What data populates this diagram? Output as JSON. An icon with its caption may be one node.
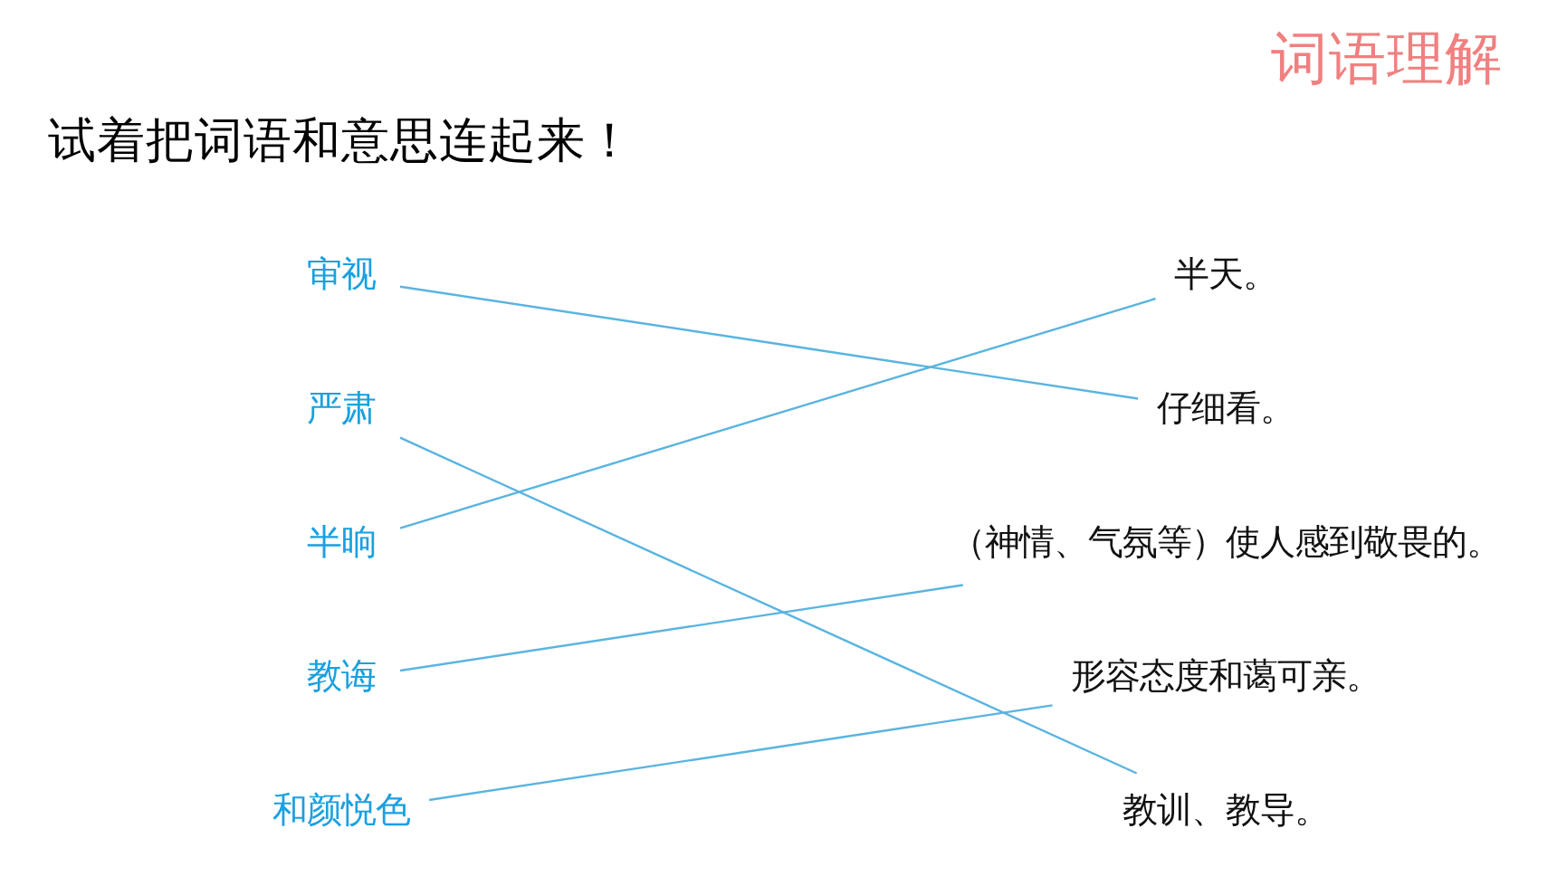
{
  "diagram": {
    "title": "词语理解",
    "nodes": [
      {
        "text": [
          "审视"
        ]
      },
      {
        "text": [
          "严肃"
        ]
      },
      {
        "text": [
          "半晌"
        ]
      },
      {
        "text": [
          "教诲"
        ]
      },
      {
        "text": [
          "和颜悦色"
        ]
      },
      {
        "text": [
          "半天。"
        ]
      },
      {
        "text": [
          "仔细看。"
        ]
      },
      {
        "text": [
          "（神情、气氛等）使人感到敬畏的。"
        ]
      },
      {
        "text": [
          "形容态度和蔼可亲。"
        ]
      },
      {
        "text": [
          "教训、教导。"
        ]
      }
    ],
    "edges": [
      {
        "from": 0,
        "to": 6,
        "arrow": "none"
      },
      {
        "from": 1,
        "to": 9,
        "arrow": "none"
      },
      {
        "from": 2,
        "to": 5,
        "arrow": "none"
      },
      {
        "from": 3,
        "to": 7,
        "arrow": "none"
      },
      {
        "from": 4,
        "to": 8,
        "arrow": "none"
      }
    ],
    "labels": [
      "试着把词语和意思连起来！"
    ]
  }
}
